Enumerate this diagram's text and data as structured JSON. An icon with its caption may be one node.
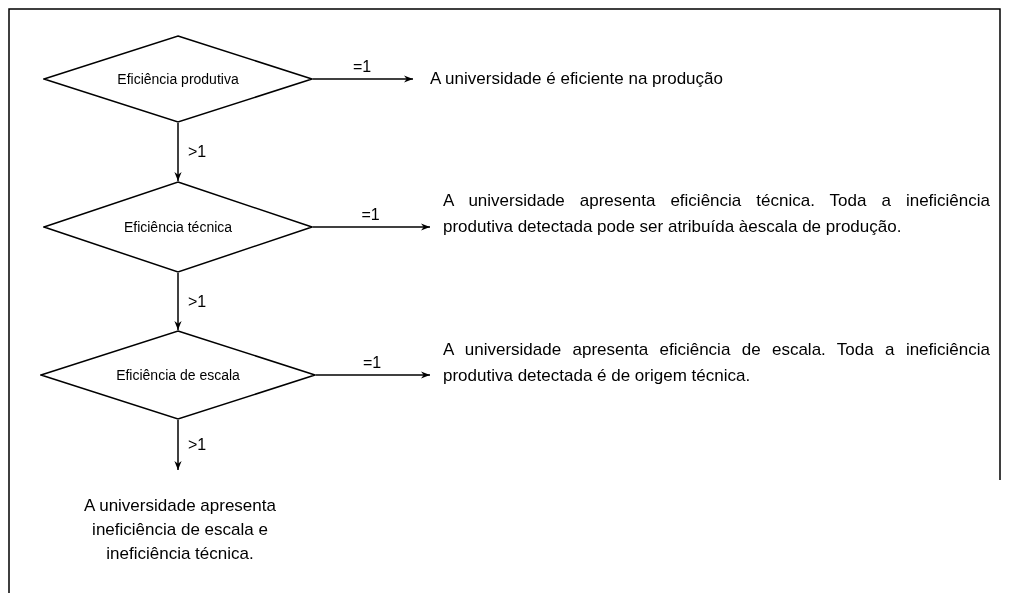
{
  "diagram": {
    "nodes": [
      {
        "text": [
          "Eficiência produtiva"
        ]
      },
      {
        "text": [
          "A universidade é eficiente na produção"
        ]
      },
      {
        "text": [
          "Eficiência técnica"
        ]
      },
      {
        "text": [
          "A universidade apresenta eficiência técnica. Toda a ineficiência produtiva detectada pode ser atribuída àescala de produção."
        ]
      },
      {
        "text": [
          "Eficiência de escala"
        ]
      },
      {
        "text": [
          "A universidade apresenta eficiência de escala. Toda a ineficiência produtiva detectada é de origem técnica."
        ]
      },
      {
        "text": [
          "A universidade apresenta ineficiência de escala e ineficiência técnica."
        ]
      }
    ],
    "edges": [
      {
        "from": 0,
        "to": 1,
        "arrow": "to",
        "label": "=1"
      },
      {
        "from": 0,
        "to": 2,
        "arrow": "to",
        "label": ">1"
      },
      {
        "from": 2,
        "to": 3,
        "arrow": "to",
        "label": "=1"
      },
      {
        "from": 2,
        "to": 4,
        "arrow": "to",
        "label": ">1"
      },
      {
        "from": 4,
        "to": 5,
        "arrow": "to",
        "label": "=1"
      },
      {
        "from": 4,
        "to": 6,
        "arrow": "to",
        "label": ">1"
      }
    ]
  }
}
